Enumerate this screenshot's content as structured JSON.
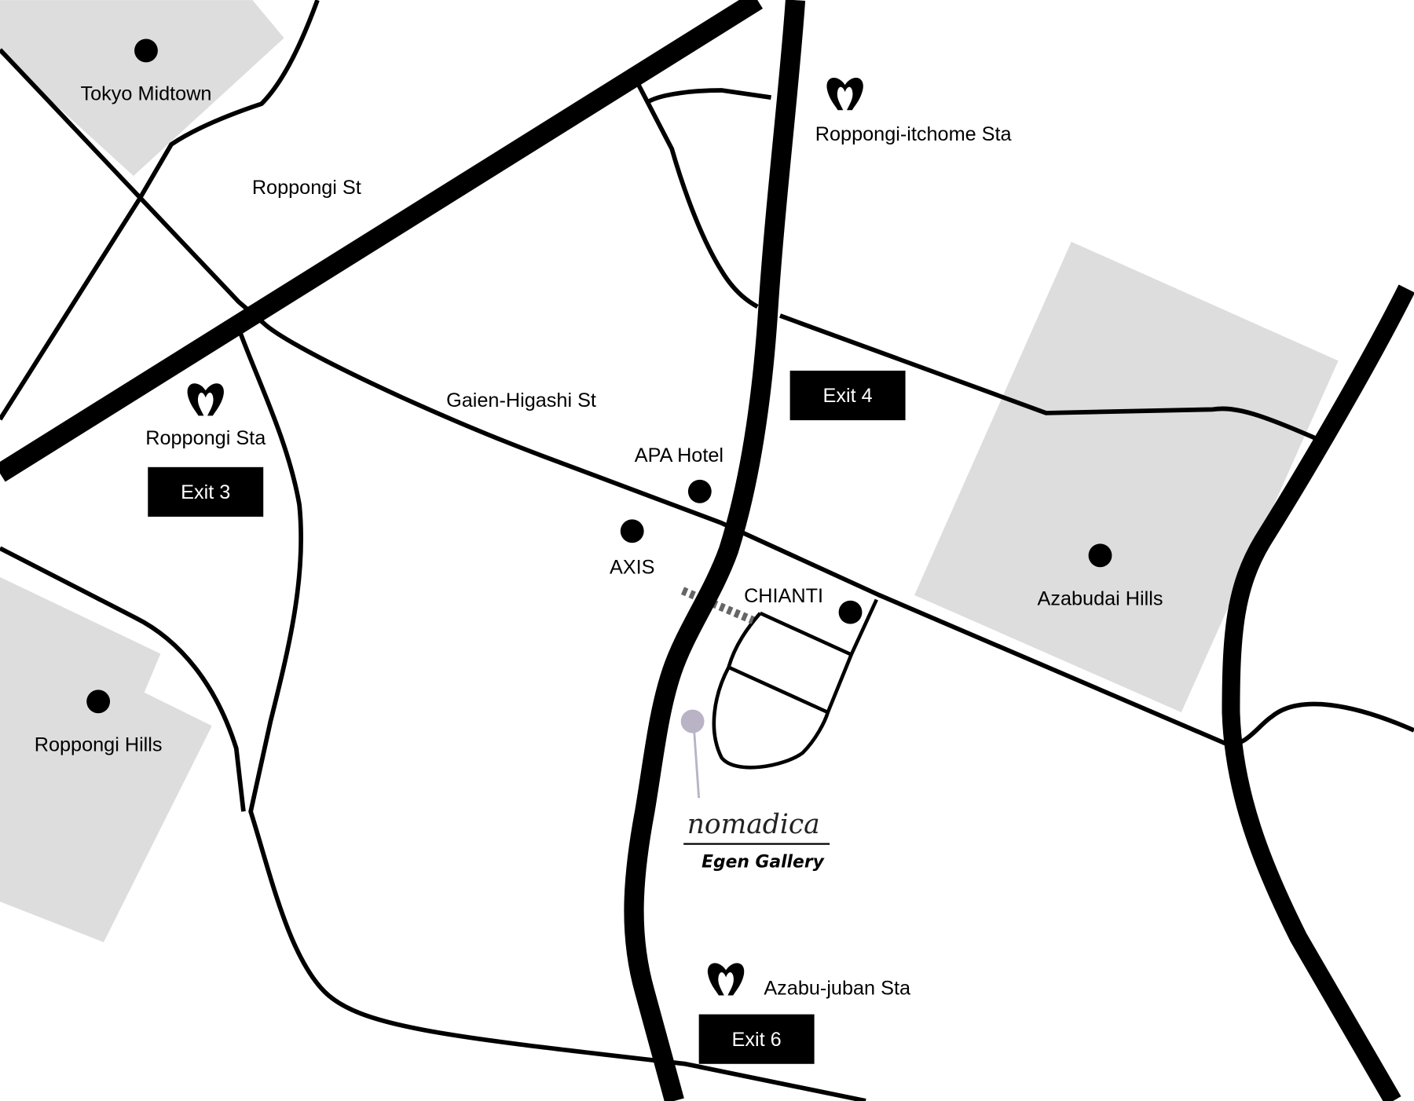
{
  "colors": {
    "block": "#dddddd",
    "road": "#000000",
    "pin": "#b9b3c5",
    "entrance": "#666666"
  },
  "landmarks": {
    "tokyo_midtown": "Tokyo Midtown",
    "roppongi_hills": "Roppongi Hills",
    "azabudai_hills": "Azabudai Hills",
    "apa_hotel": "APA Hotel",
    "axis": "AXIS",
    "chianti": "CHIANTI"
  },
  "streets": {
    "roppongi_st": "Roppongi St",
    "gaien_higashi_st": "Gaien-Higashi St"
  },
  "stations": [
    {
      "name": "Roppongi-itchome Sta",
      "exit": "Exit 4",
      "icon": "tokyo-metro-icon"
    },
    {
      "name": "Roppongi Sta",
      "exit": "Exit 3",
      "icon": "tokyo-metro-icon"
    },
    {
      "name": "Azabu-juban Sta",
      "exit": "Exit 6",
      "icon": "tokyo-metro-icon"
    }
  ],
  "destination": {
    "logo_script": "nomadica",
    "logo_sub": "Egen Gallery"
  }
}
